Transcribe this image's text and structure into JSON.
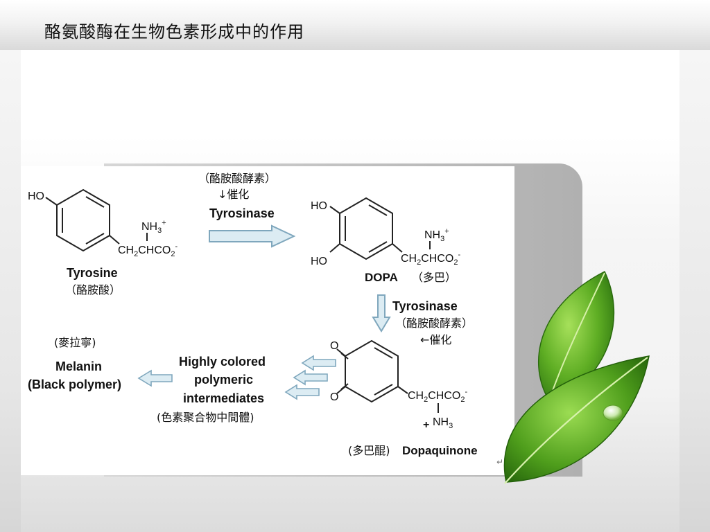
{
  "slide": {
    "title": "酪氨酸酶在生物色素形成中的作用"
  },
  "diagram": {
    "tyrosine": {
      "ho": "HO",
      "nh3": "NH",
      "nh3_sub": "3",
      "nh3_sup": "+",
      "chain_1": "CH",
      "chain_sub": "2",
      "chain_2": "CHCO",
      "chain_sub2": "2",
      "chain_sup": "-",
      "name": "Tyrosine",
      "name_cn": "（酪胺酸）"
    },
    "step1": {
      "cn_enzyme": "（酪胺酸酵素）",
      "cn_catalyze": "↓催化",
      "enzyme": "Tyrosinase"
    },
    "dopa": {
      "ho_top": "HO",
      "ho_bottom": "HO",
      "nh3": "NH",
      "nh3_sub": "3",
      "nh3_sup": "+",
      "chain_1": "CH",
      "chain_sub": "2",
      "chain_2": "CHCO",
      "chain_sub2": "2",
      "chain_sup": "-",
      "name": "DOPA",
      "name_cn": "（多巴）"
    },
    "step2": {
      "enzyme": "Tyrosinase",
      "cn_enzyme": "（酪胺酸酵素）",
      "cn_catalyze": "←催化"
    },
    "dopaquinone": {
      "o_top": "O",
      "o_bottom": "O",
      "chain_1": "CH",
      "chain_sub": "2",
      "chain_2": "CHCO",
      "chain_sub2": "2",
      "chain_sup": "-",
      "plus": "+",
      "nh3": "NH",
      "nh3_sub": "3",
      "name_cn": "(多巴醌)",
      "name": "Dopaquinone"
    },
    "intermediates": {
      "line1": "Highly colored",
      "line2": "polymeric",
      "line3": "intermediates",
      "cn": "(色素聚合物中間體)"
    },
    "melanin": {
      "cn": "(麥拉寧)",
      "name": "Melanin",
      "desc": "(Black polymer)"
    }
  },
  "colors": {
    "arrow_fill": "#dcecf3",
    "arrow_stroke": "#7fa7bd",
    "leaf_dark": "#2f7a12",
    "leaf_light": "#8fd34a"
  },
  "decor": {
    "leaf": "green-leaves-illustration",
    "return_mark": "↵"
  }
}
